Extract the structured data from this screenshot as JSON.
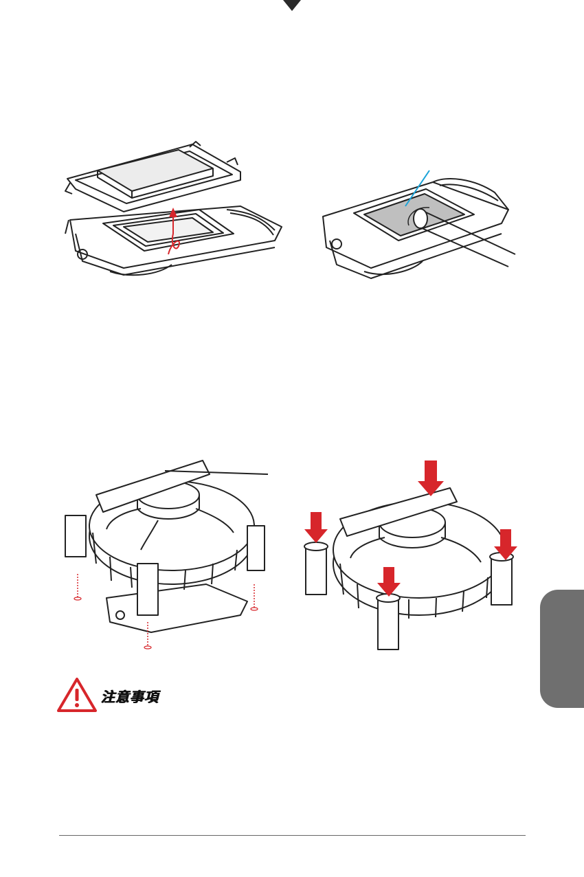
{
  "warning": {
    "title": "注意事項",
    "icon": "warning-triangle-icon"
  },
  "colors": {
    "accent_red": "#d7262b",
    "paste_blue": "#1aa3d8",
    "side_tab": "#6f6f6f",
    "line": "#222222"
  },
  "figures": [
    {
      "name": "lift-load-plate",
      "icon": "cpu-socket-lever-icon"
    },
    {
      "name": "apply-thermal-paste",
      "icon": "thermal-paste-syringe-icon"
    },
    {
      "name": "place-cooler",
      "icon": "cpu-cooler-pins-icon"
    },
    {
      "name": "press-cooler-pins",
      "icon": "cpu-cooler-press-icon"
    }
  ]
}
